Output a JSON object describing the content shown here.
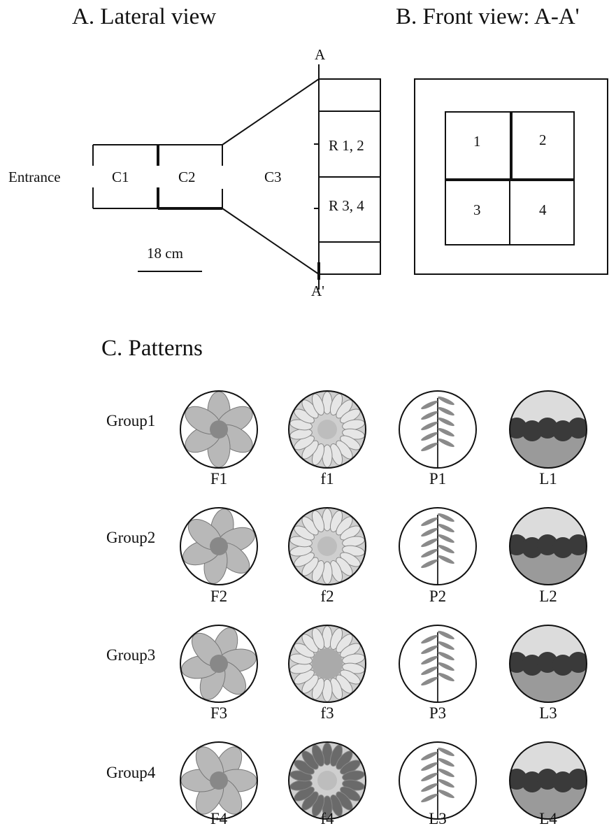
{
  "headings": {
    "lateral": "A. Lateral view",
    "front": "B. Front view: A-A'",
    "patterns": "C. Patterns"
  },
  "lateral": {
    "marker_top": "A",
    "marker_bottom": "A'",
    "entrance": "Entrance",
    "c1": "C1",
    "c2": "C2",
    "c3": "C3",
    "r12": "R 1, 2",
    "r34": "R 3, 4",
    "scale": "18 cm"
  },
  "front": {
    "cells": [
      "1",
      "2",
      "3",
      "4"
    ]
  },
  "patterns": {
    "groups": [
      {
        "label": "Group1",
        "items": [
          "F1",
          "f1",
          "P1",
          "L1"
        ]
      },
      {
        "label": "Group2",
        "items": [
          "F2",
          "f2",
          "P2",
          "L2"
        ]
      },
      {
        "label": "Group3",
        "items": [
          "F3",
          "f3",
          "P3",
          "L3"
        ]
      },
      {
        "label": "Group4",
        "items": [
          "F4",
          "f4",
          "L3",
          "L4"
        ]
      }
    ],
    "colors": {
      "flower": "#b8b8b8",
      "leaf": "#8a8a8a",
      "sky": "#dcdcdc",
      "trees": "#3a3a3a",
      "grass": "#9a9a9a"
    }
  }
}
